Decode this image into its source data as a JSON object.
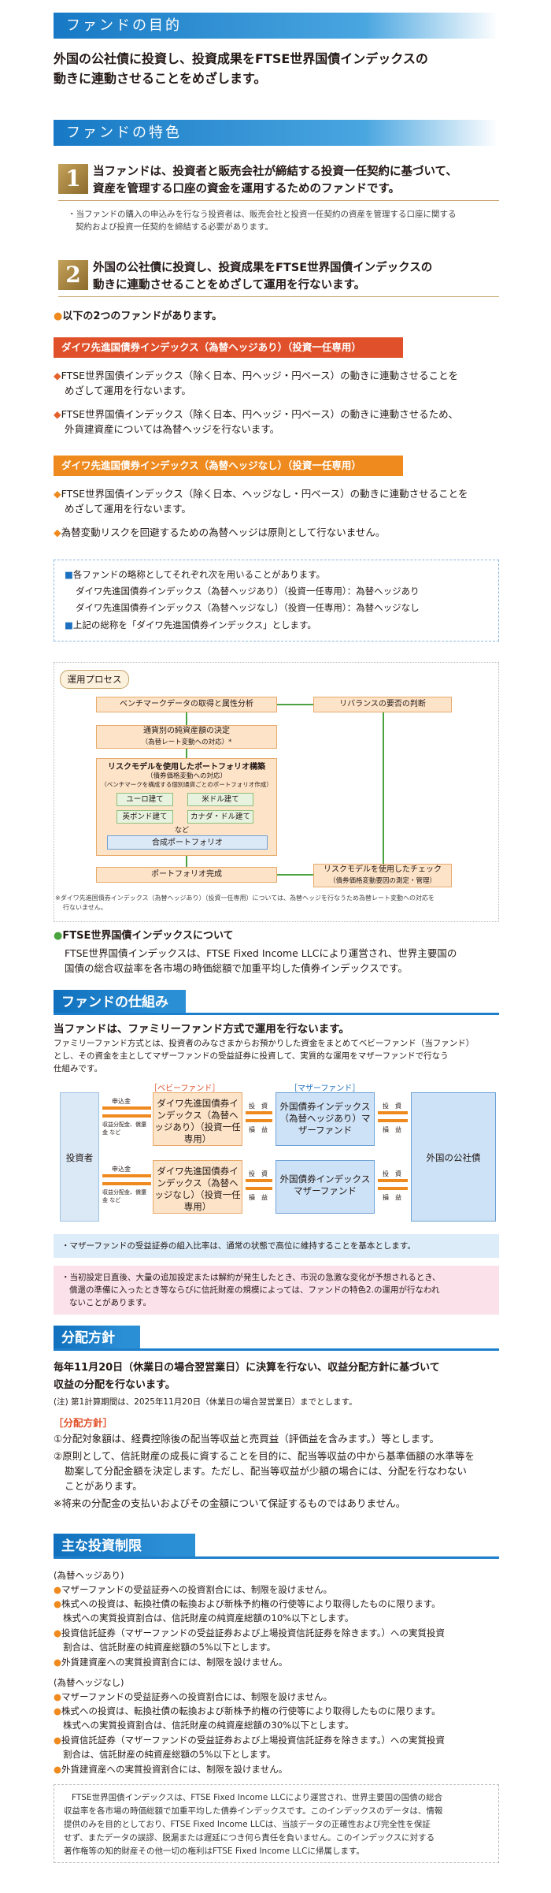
{
  "purpose": {
    "heading": "ファンドの目的",
    "text_line1": "外国の公社債に投資し、投資成果をFTSE世界国債インデックスの",
    "text_line2": "動きに連動させることをめざします。"
  },
  "features": {
    "heading": "ファンドの特色",
    "f1": {
      "num": "1",
      "title_line1": "当ファンドは、投資者と販売会社が締結する投資一任契約に基づいて、",
      "title_line2": "資産を管理する口座の資金を運用するためのファンドです。",
      "note_line1": "・当ファンドの購入の申込みを行なう投資者は、販売会社と投資一任契約の資産を管理する口座に関する",
      "note_line2": "契約および投資一任契約を締結する必要があります。"
    },
    "f2": {
      "num": "2",
      "title_line1": "外国の公社債に投資し、投資成果をFTSE世界国債インデックスの",
      "title_line2": "動きに連動させることをめざして運用を行ないます。",
      "two_funds": "以下の2つのファンドがあります。",
      "fund_a": {
        "name": "ダイワ先進国債券インデックス（為替ヘッジあり）（投資一任専用）",
        "b1_line1": "FTSE世界国債インデックス（除く日本、円ヘッジ・円ベース）の動きに連動させることを",
        "b1_line2": "めざして運用を行ないます。",
        "b2_line1": "FTSE世界国債インデックス（除く日本、円ヘッジ・円ベース）の動きに連動させるため、",
        "b2_line2": "外貨建資産については為替ヘッジを行ないます。"
      },
      "fund_b": {
        "name": "ダイワ先進国債券インデックス（為替ヘッジなし）（投資一任専用）",
        "b1_line1": "FTSE世界国債インデックス（除く日本、ヘッジなし・円ベース）の動きに連動させることを",
        "b1_line2": "めざして運用を行ないます。",
        "b2": "為替変動リスクを回避するための為替ヘッジは原則として行ないません。"
      },
      "abbrev": {
        "line1": "各ファンドの略称としてそれぞれ次を用いることがあります。",
        "line2": "ダイワ先進国債券インデックス（為替ヘッジあり）（投資一任専用）：為替ヘッジあり",
        "line3": "ダイワ先進国債券インデックス（為替ヘッジなし）（投資一任専用）：為替ヘッジなし",
        "line4": "上記の総称を「ダイワ先進国債券インデックス」とします。"
      }
    }
  },
  "process": {
    "label": "運用プロセス",
    "step1": "ベンチマークデータの取得と属性分析",
    "step2_a": "通貨別の純資産額の決定",
    "step2_b": "（為替レート変動への対応）*",
    "step3_a": "リスクモデルを使用したポートフォリオ構築",
    "step3_b": "（債券価格変動への対応）",
    "step3_c": "（ベンチマークを構成する個別通貨ごとのポートフォリオ作成）",
    "yen": "ユーロ建て",
    "usd": "米ドル建て",
    "gbp": "英ポンド建て",
    "cad": "カナダ・ドル建て",
    "etc": "など",
    "composite": "合成ポートフォリオ",
    "complete": "ポートフォリオ完成",
    "check_a": "リスクモデルを使用したチェック",
    "check_b": "（債券価格変動要因の測定・管理）",
    "rebalance": "リバランスの要否の判断",
    "footnote_line1": "※ダイワ先進国債券インデックス（為替ヘッジあり）（投資一任専用）については、為替ヘッジを行なうため為替レート変動への対応を",
    "footnote_line2": "行ないません。"
  },
  "ftse": {
    "title": "FTSE世界国債インデックスについて",
    "line1": "FTSE世界国債インデックスは、FTSE Fixed Income LLCにより運営され、世界主要国の",
    "line2": "国債の総合収益率を各市場の時価総額で加重平均した債券インデックスです。"
  },
  "structure": {
    "heading": "ファンドの仕組み",
    "lead": "当ファンドは、ファミリーファンド方式で運用を行ないます。",
    "desc_line1": "ファミリーファンド方式とは、投資者のみなさまからお預かりした資金をまとめてベビーファンド（当ファンド）",
    "desc_line2": "とし、その資金を主としてマザーファンドの受益証券に投資して、実質的な運用をマザーファンドで行なう",
    "desc_line3": "仕組みです。",
    "baby_label": "［ベビーファンド］",
    "mother_label": "［マザーファンド］",
    "investor": "投資者",
    "apply": "申込金",
    "redeem": "収益分配金、償還金 など",
    "invest": "投　資",
    "gain": "損　益",
    "baby_a": "ダイワ先進国債券インデックス（為替ヘッジあり）（投資一任専用）",
    "baby_b": "ダイワ先進国債券インデックス（為替ヘッジなし）（投資一任専用）",
    "mother_a": "外国債券インデックス（為替ヘッジあり）マザーファンド",
    "mother_b": "外国債券インデックスマザーファンド",
    "target": "外国の公社債",
    "note_blue": "・マザーファンドの受益証券の組入比率は、通常の状態で高位に維持することを基本とします。",
    "note_pink_line1": "・当初設定日直後、大量の追加設定または解約が発生したとき、市況の急激な変化が予想されるとき、",
    "note_pink_line2": "償還の準備に入ったとき等ならびに信託財産の規模によっては、ファンドの特色2.の運用が行なわれ",
    "note_pink_line3": "ないことがあります。"
  },
  "dividend": {
    "heading": "分配方針",
    "lead_line1": "毎年11月20日（休業日の場合翌営業日）に決算を行ない、収益分配方針に基づいて",
    "lead_line2": "収益の分配を行ないます。",
    "note": "(注) 第1計算期間は、2025年11月20日（休業日の場合翌営業日）までとします。",
    "policy_label": "［分配方針］",
    "p1": "①分配対象額は、経費控除後の配当等収益と売買益（評価益を含みます。）等とします。",
    "p2_line1": "②原則として、信託財産の成長に資することを目的に、配当等収益の中から基準価額の水準等を",
    "p2_line2": "勘案して分配金額を決定します。ただし、配当等収益が少額の場合には、分配を行なわない",
    "p2_line3": "ことがあります。",
    "p3": "※将来の分配金の支払いおよびその金額について保証するものではありません。"
  },
  "limits": {
    "heading": "主な投資制限",
    "hedge_yes": "(為替ヘッジあり)",
    "a1": "マザーファンドの受益証券への投資割合には、制限を設けません。",
    "a2_line1": "株式への投資は、転換社債の転換および新株予約権の行使等により取得したものに限ります。",
    "a2_line2": "株式への実質投資割合は、信託財産の純資産総額の10%以下とします。",
    "a3_line1": "投資信託証券（マザーファンドの受益証券および上場投資信託証券を除きます。）への実質投資",
    "a3_line2": "割合は、信託財産の純資産総額の5%以下とします。",
    "a4": "外貨建資産への実質投資割合には、制限を設けません。",
    "hedge_no": "(為替ヘッジなし)",
    "b1": "マザーファンドの受益証券への投資割合には、制限を設けません。",
    "b2_line1": "株式への投資は、転換社債の転換および新株予約権の行使等により取得したものに限ります。",
    "b2_line2": "株式への実質投資割合は、信託財産の純資産総額の30%以下とします。",
    "b3_line1": "投資信託証券（マザーファンドの受益証券および上場投資信託証券を除きます。）への実質投資",
    "b3_line2": "割合は、信託財産の純資産総額の5%以下とします。",
    "b4": "外貨建資産への実質投資割合には、制限を設けません。",
    "foot_line1": "FTSE世界国債インデックスは、FTSE Fixed Income LLCにより運営され、世界主要国の国債の総合",
    "foot_line2": "収益率を各市場の時価総額で加重平均した債券インデックスです。このインデックスのデータは、情報",
    "foot_line3": "提供のみを目的としており、FTSE Fixed Income LLCは、当該データの正確性および完全性を保証",
    "foot_line4": "せず、またデータの誤謬、脱漏または遅延につき何ら責任を負いません。このインデックスに対する",
    "foot_line5": "著作権等の知的財産その他一切の権利はFTSE Fixed Income LLCに帰属します。"
  },
  "colors": {
    "blue": "#1779c5",
    "orange": "#ef8a1f",
    "red_pill": "#e0512b",
    "gold": "#b18a3e"
  }
}
